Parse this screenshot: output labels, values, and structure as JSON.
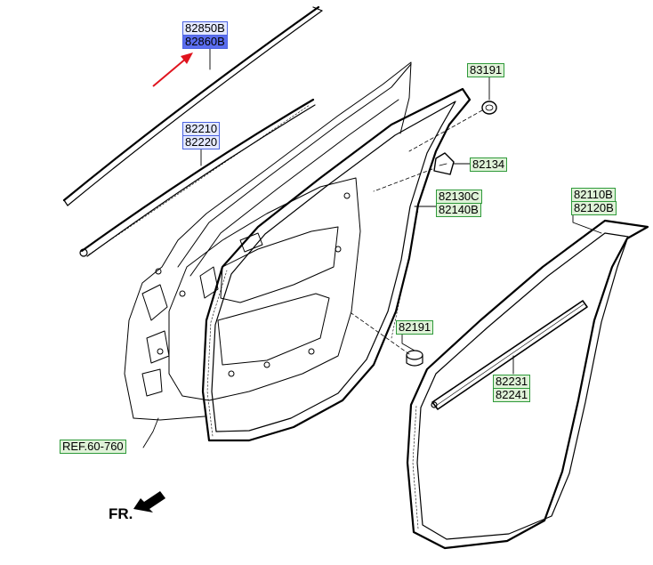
{
  "labels": {
    "p82850b": "82850B",
    "p82860b": "82860B",
    "p82210": "82210",
    "p82220": "82220",
    "p83191": "83191",
    "p82134": "82134",
    "p82130c": "82130C",
    "p82140b": "82140B",
    "p82110b": "82110B",
    "p82120b": "82120B",
    "p82191": "82191",
    "p82231": "82231",
    "p82241": "82241",
    "ref": "REF.60-760",
    "fr": "FR."
  },
  "colors": {
    "callout_green_border": "#2f9a3a",
    "callout_green_fill": "#dff2d8",
    "callout_blue_border": "#4b63e0",
    "callout_blue_fill": "#e4e9ff",
    "selected_fill": "#5b6ef0",
    "pointer_arrow": "#e0141e"
  }
}
